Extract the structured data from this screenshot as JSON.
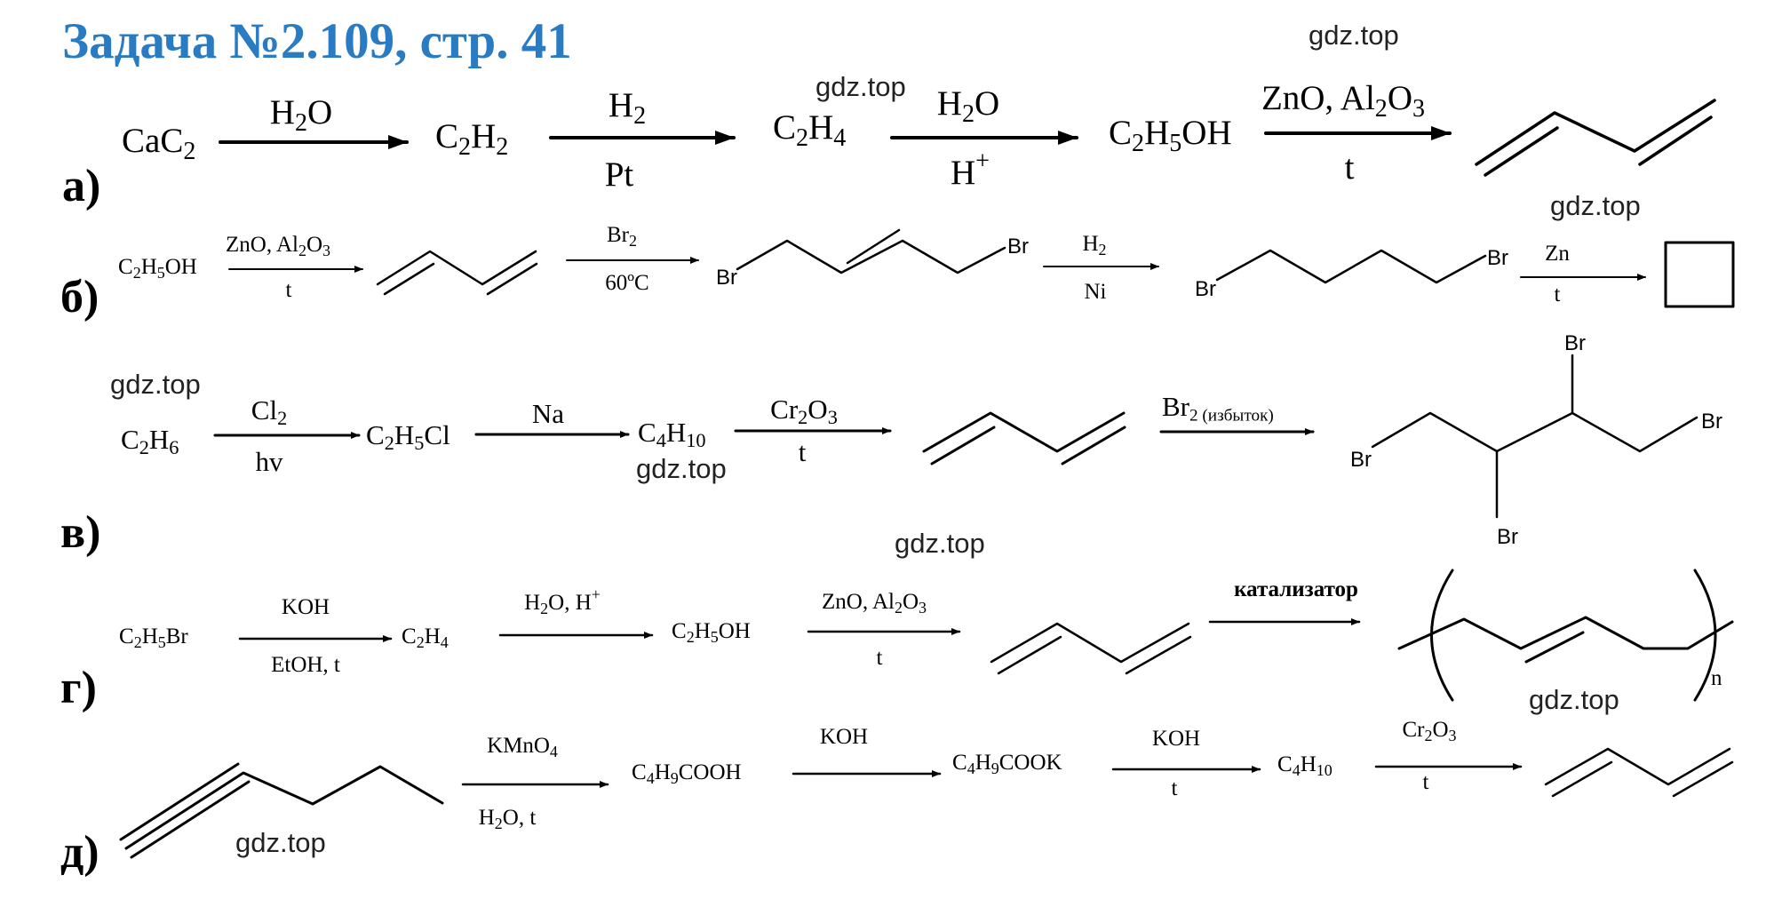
{
  "title": "Задача №2.109, стр. 41",
  "watermark": "gdz.top",
  "a": {
    "label": "а)",
    "s1": "CaC",
    "s1_sub": "2",
    "r1_top": "H",
    "r1_top_sub": "2",
    "r1_top_end": "O",
    "s2": "C",
    "s2_sub": "2",
    "s2_mid": "H",
    "s2_sub2": "2",
    "r2_top": "H",
    "r2_top_sub": "2",
    "r2_bot": "Pt",
    "s3": "C",
    "s3_sub": "2",
    "s3_mid": "H",
    "s3_sub2": "4",
    "r3_top": "H",
    "r3_top_sub": "2",
    "r3_top_end": "O",
    "r3_bot": "H",
    "r3_bot_sup": "+",
    "s4": "C",
    "s4_sub": "2",
    "s4_mid": "H",
    "s4_sub2": "5",
    "s4_end": "OH",
    "r4_top_a": "ZnO, Al",
    "r4_top_sub": "2",
    "r4_top_b": "O",
    "r4_top_sub2": "3",
    "r4_bot": "t"
  },
  "b": {
    "label": "б)",
    "s1": "C",
    "s1_sub": "2",
    "s1_mid": "H",
    "s1_sub2": "5",
    "s1_end": "OH",
    "r1_top_a": "ZnO, Al",
    "r1_top_sub": "2",
    "r1_top_b": "O",
    "r1_top_sub2": "3",
    "r1_bot": "t",
    "r2_top": "Br",
    "r2_top_sub": "2",
    "r2_bot": "60ºC",
    "br1": "Br",
    "br2": "Br",
    "r3_top": "H",
    "r3_top_sub": "2",
    "r3_bot": "Ni",
    "br3": "Br",
    "br4": "Br",
    "r4_top": "Zn",
    "r4_bot": "t"
  },
  "v": {
    "label": "в)",
    "s1": "C",
    "s1_sub": "2",
    "s1_mid": "H",
    "s1_sub2": "6",
    "r1_top": "Cl",
    "r1_top_sub": "2",
    "r1_bot": "hv",
    "s2": "C",
    "s2_sub": "2",
    "s2_mid": "H",
    "s2_sub2": "5",
    "s2_end": "Cl",
    "r2_top": "Na",
    "s3": "C",
    "s3_sub": "4",
    "s3_mid": "H",
    "s3_sub2": "10",
    "r3_top": "Cr",
    "r3_top_sub": "2",
    "r3_top_end": "O",
    "r3_top_sub2": "3",
    "r3_bot": "t",
    "r4_top": "Br",
    "r4_top_sub": "2 (избыток)",
    "br_top": "Br",
    "br_right": "Br",
    "br_left": "Br",
    "br_bottom": "Br"
  },
  "g": {
    "label": "г)",
    "s1": "C",
    "s1_sub": "2",
    "s1_mid": "H",
    "s1_sub2": "5",
    "s1_end": "Br",
    "r1_top": "KOH",
    "r1_bot": "EtOH, t",
    "s2": "C",
    "s2_sub": "2",
    "s2_mid": "H",
    "s2_sub2": "4",
    "r2_top": "H",
    "r2_top_sub": "2",
    "r2_top_mid": "O, H",
    "r2_top_sup": "+",
    "s3": "C",
    "s3_sub": "2",
    "s3_mid": "H",
    "s3_sub2": "5",
    "s3_end": "OH",
    "r3_top_a": "ZnO, Al",
    "r3_top_sub": "2",
    "r3_top_b": "O",
    "r3_top_sub2": "3",
    "r3_bot": "t",
    "r4_top": "катализатор",
    "poly_n": "n"
  },
  "d": {
    "label": "д)",
    "r1_top": "KMnO",
    "r1_top_sub": "4",
    "r1_bot": "H",
    "r1_bot_sub": "2",
    "r1_bot_end": "O, t",
    "s2": "C",
    "s2_sub": "4",
    "s2_mid": "H",
    "s2_sub2": "9",
    "s2_end": "COOH",
    "r2_top": "KOH",
    "s3": "C",
    "s3_sub": "4",
    "s3_mid": "H",
    "s3_sub2": "9",
    "s3_end": "COOK",
    "r3_top": "KOH",
    "r3_bot": "t",
    "s4": "C",
    "s4_sub": "4",
    "s4_mid": "H",
    "s4_sub2": "10",
    "r4_top": "Cr",
    "r4_top_sub": "2",
    "r4_top_end": "O",
    "r4_top_sub2": "3",
    "r4_bot": "t"
  }
}
